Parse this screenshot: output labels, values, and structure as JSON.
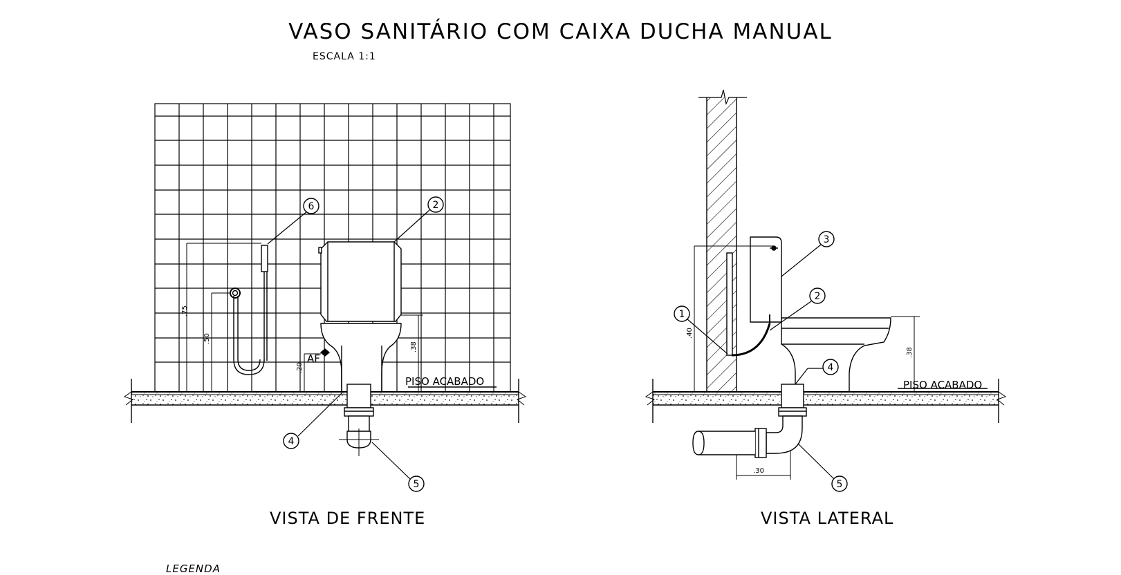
{
  "title": "VASO SANITÁRIO COM CAIXA DUCHA MANUAL",
  "scale": "ESCALA  1:1",
  "front_view": {
    "label": "VISTA DE FRENTE",
    "floor_label": "PISO ACABADO",
    "af_label": "AF",
    "dims": [
      ".75",
      ".50",
      ".20",
      ".38"
    ],
    "callouts": [
      "6",
      "2",
      "4",
      "5"
    ]
  },
  "side_view": {
    "label": "VISTA LATERAL",
    "floor_label": "PISO ACABADO",
    "dims": [
      ".40",
      ".38",
      ".30"
    ],
    "callouts": [
      "3",
      "2",
      "1",
      "4",
      "5"
    ]
  },
  "legend_label": "LEGENDA"
}
